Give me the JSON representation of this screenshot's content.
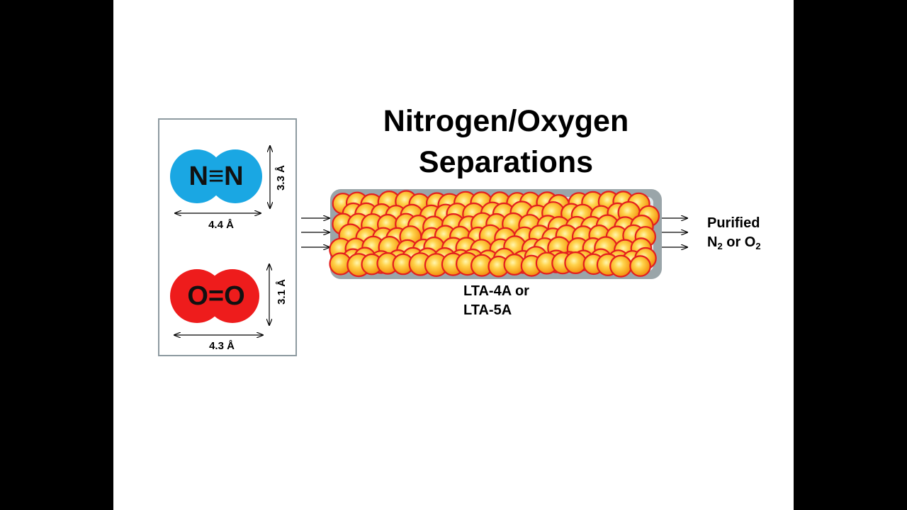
{
  "title": {
    "line1": "Nitrogen/Oxygen",
    "line2": "Separations"
  },
  "molecules": {
    "n2": {
      "label": "N≡N",
      "color": "#1aa7e3",
      "width": "4.4 Å",
      "height": "3.3 Å"
    },
    "o2": {
      "label": "O=O",
      "color": "#ee1c1c",
      "width": "4.3 Å",
      "height": "3.1 Å"
    }
  },
  "column": {
    "material_line1": "LTA-4A or",
    "material_line2": "LTA-5A",
    "bead_color": "#f6a21c",
    "bead_edge": "#e41e1e",
    "shell_color": "#9aa5a9"
  },
  "output": {
    "line1": "Purified",
    "n2_prefix": "N",
    "n2_sub": "2",
    "or_text": " or O",
    "o2_sub": "2"
  }
}
